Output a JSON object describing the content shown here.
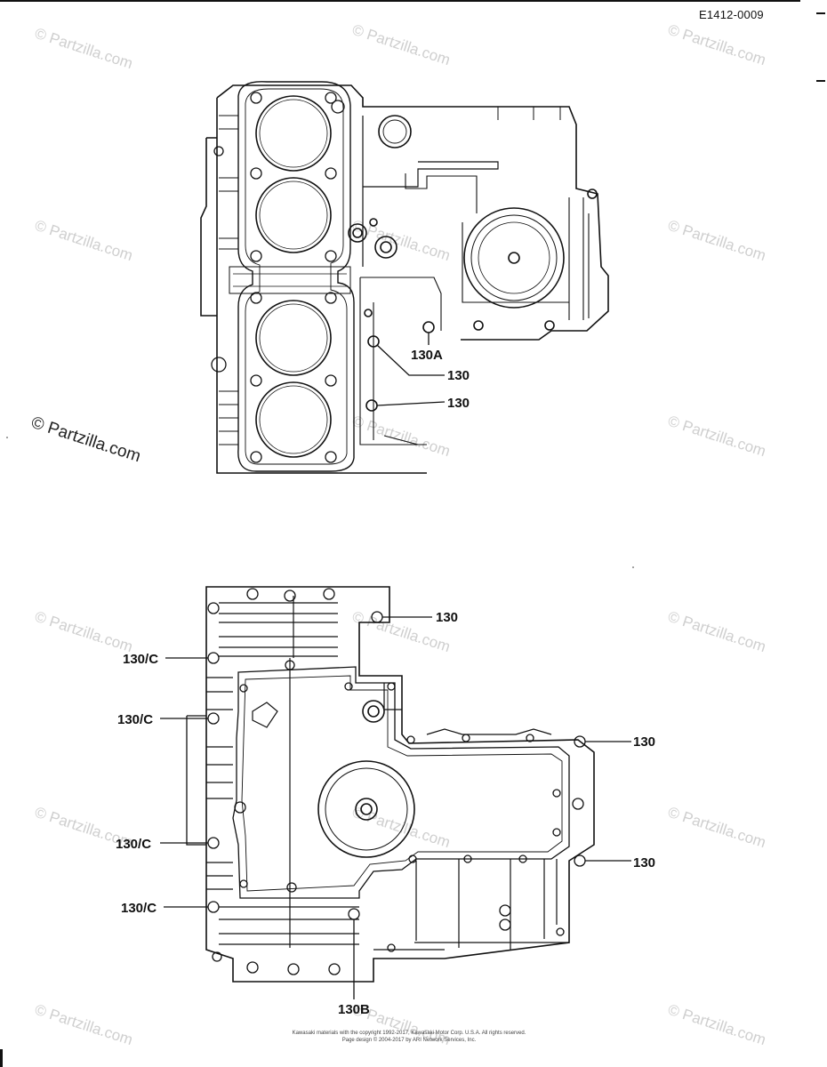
{
  "header": {
    "doc_id": "E1412-0009"
  },
  "watermark": {
    "text": "© Partzilla.com"
  },
  "upper_view": {
    "callouts": [
      {
        "label": "130A"
      },
      {
        "label": "130"
      },
      {
        "label": "130"
      }
    ]
  },
  "lower_view": {
    "callouts": [
      {
        "label": "130"
      },
      {
        "label": "130/C"
      },
      {
        "label": "130/C"
      },
      {
        "label": "130"
      },
      {
        "label": "130/C"
      },
      {
        "label": "130"
      },
      {
        "label": "130/C"
      },
      {
        "label": "130B"
      }
    ]
  },
  "footer": {
    "line1": "Kawasaki materials with the copyright 1992-2017, Kawasaki Motor Corp. U.S.A. All rights reserved.",
    "line2": "Page design © 2004-2017 by ARI Network Services, Inc."
  }
}
